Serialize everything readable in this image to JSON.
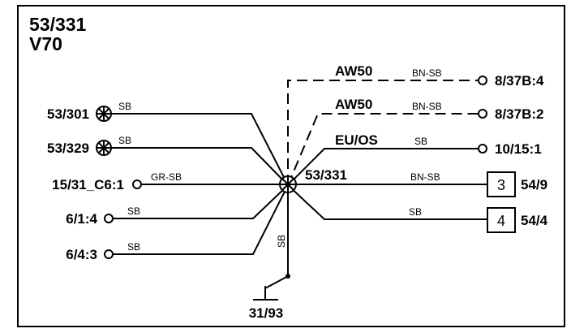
{
  "header": {
    "code": "53/331",
    "model": "V70"
  },
  "center": {
    "label": "53/331"
  },
  "left_connections": [
    {
      "label": "53/301",
      "wire": "SB",
      "terminal": "wiring-node"
    },
    {
      "label": "53/329",
      "wire": "SB",
      "terminal": "wiring-node"
    },
    {
      "label": "15/31_C6:1",
      "wire": "GR-SB",
      "terminal": "connector"
    },
    {
      "label": "6/1:4",
      "wire": "SB",
      "terminal": "connector"
    },
    {
      "label": "6/4:3",
      "wire": "SB",
      "terminal": "connector"
    }
  ],
  "right_connections": [
    {
      "variant": "AW50",
      "wire": "BN-SB",
      "label": "8/37B:4",
      "style": "dashed",
      "terminal": "connector"
    },
    {
      "variant": "AW50",
      "wire": "BN-SB",
      "label": "8/37B:2",
      "style": "dashed",
      "terminal": "connector"
    },
    {
      "variant": "EU/OS",
      "wire": "SB",
      "label": "10/15:1",
      "style": "solid",
      "terminal": "connector"
    },
    {
      "variant": "",
      "wire": "BN-SB",
      "label": "54/9",
      "style": "solid",
      "terminal": "reference-box",
      "box": "3"
    },
    {
      "variant": "",
      "wire": "SB",
      "label": "54/4",
      "style": "solid",
      "terminal": "reference-box",
      "box": "4"
    }
  ],
  "bottom_connection": {
    "wire": "SB",
    "label": "31/93",
    "terminal": "ground"
  }
}
